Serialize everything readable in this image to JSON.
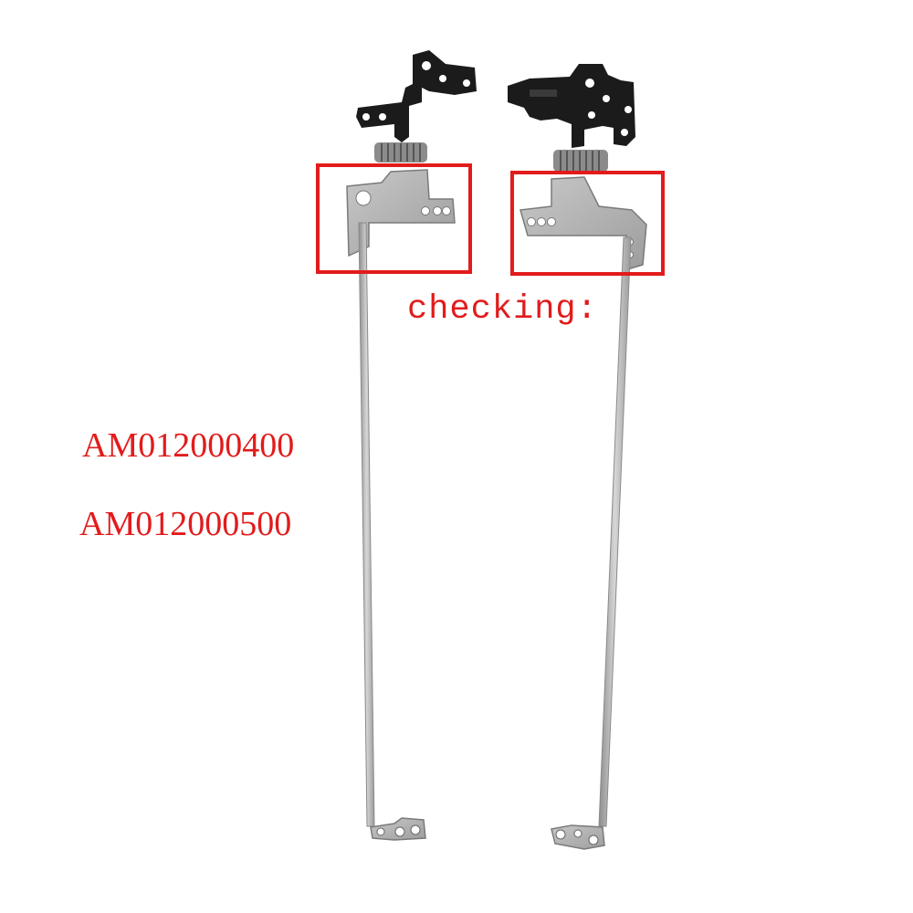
{
  "annotation": {
    "checking_label": "checking:"
  },
  "part_numbers": [
    "AM012000400",
    "AM012000500"
  ],
  "colors": {
    "highlight": "#e21b1b",
    "hinge_metal": "#b9b9b9",
    "bracket_black": "#1b1b1b",
    "background": "#ffffff"
  },
  "objects": {
    "left_hinge": "laptop-hinge-left",
    "right_hinge": "laptop-hinge-right",
    "highlight_boxes": 2
  }
}
